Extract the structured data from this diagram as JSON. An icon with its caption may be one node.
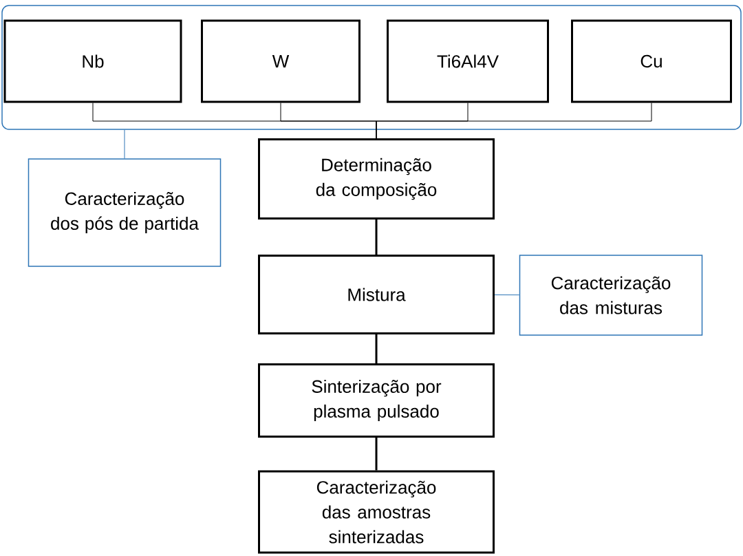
{
  "diagram": {
    "nodes": [
      {
        "text": [],
        "shape": "box"
      },
      {
        "text": [
          "Nb"
        ],
        "in": 0
      },
      {
        "text": [
          "W"
        ],
        "in": 0
      },
      {
        "text": [
          "Ti6Al4V"
        ],
        "in": 0
      },
      {
        "text": [
          "Cu"
        ],
        "in": 0
      },
      {
        "text": [
          "Determinação da composição"
        ]
      },
      {
        "text": [
          "Caracterização dos pós de partida"
        ]
      },
      {
        "text": [
          "Mistura"
        ]
      },
      {
        "text": [
          "Caracterização das misturas"
        ]
      },
      {
        "text": [
          "Sinterização por plasma pulsado"
        ]
      },
      {
        "text": [
          "Caracterização das amostras sinterizadas"
        ]
      }
    ],
    "edges": [
      {
        "from": 1,
        "to": 5,
        "arrow": "none"
      },
      {
        "from": 2,
        "to": 5,
        "arrow": "none"
      },
      {
        "from": 3,
        "to": 5,
        "arrow": "none"
      },
      {
        "from": 4,
        "to": 5,
        "arrow": "none"
      },
      {
        "from": 0,
        "to": 6,
        "arrow": "none",
        "color": "#2e75b6"
      },
      {
        "from": 5,
        "to": 7,
        "arrow": "none",
        "style": "thick"
      },
      {
        "from": 7,
        "to": 8,
        "arrow": "none",
        "color": "#2e75b6"
      },
      {
        "from": 7,
        "to": 9,
        "arrow": "none",
        "style": "thick"
      },
      {
        "from": 9,
        "to": 10,
        "arrow": "none",
        "style": "thick"
      }
    ]
  }
}
